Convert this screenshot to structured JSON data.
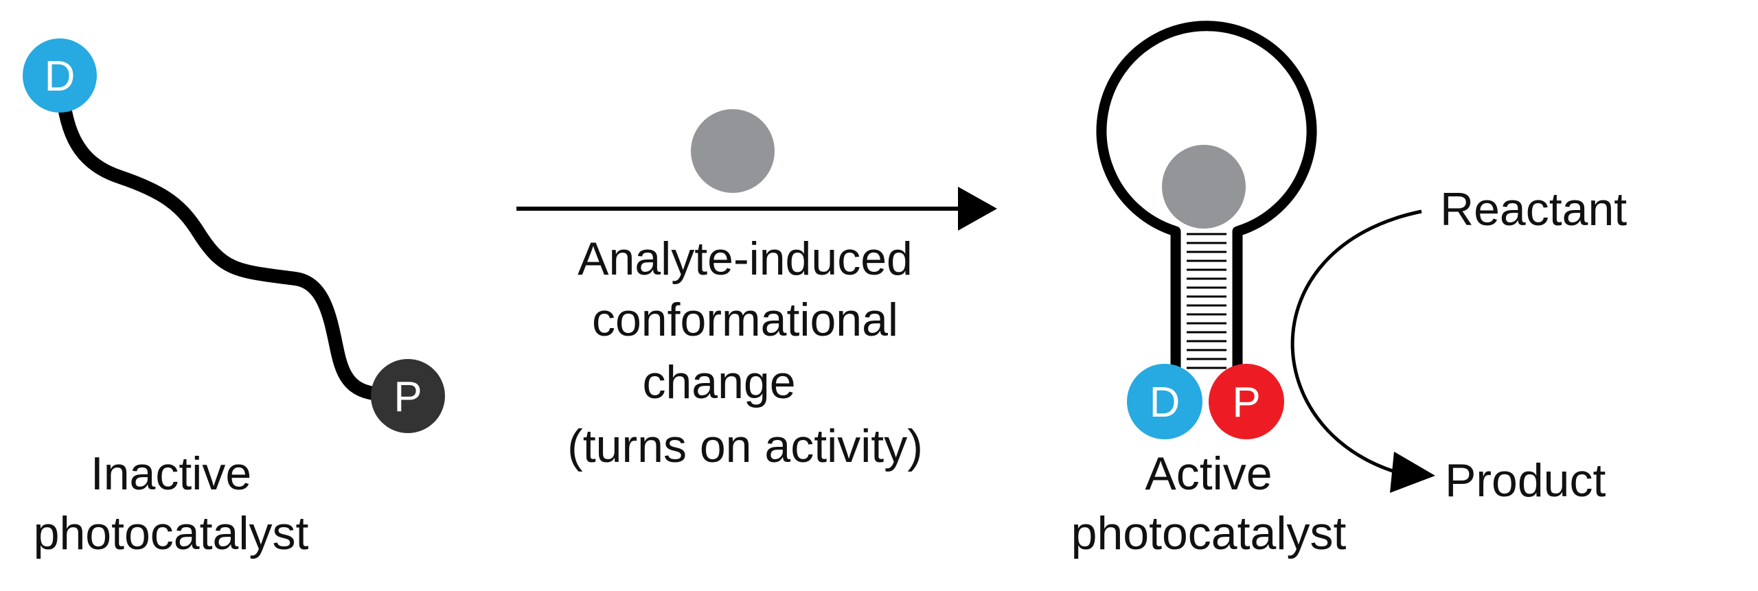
{
  "colors": {
    "donor": "#27a9e1",
    "photocatalyst": "#ed1c24",
    "inactive_photocatalyst": "#333333",
    "analyte": "#939598",
    "strand": "#000000",
    "text": "#111111"
  },
  "inactive": {
    "donor_letter": "D",
    "photocatalyst_letter": "P",
    "label_line1": "Inactive",
    "label_line2": "photocatalyst"
  },
  "transition": {
    "line1": "Analyte-induced",
    "line2": "conformational",
    "line3": "change",
    "line4": "(turns on activity)"
  },
  "active": {
    "donor_letter": "D",
    "photocatalyst_letter": "P",
    "label_line1": "Active",
    "label_line2": "photocatalyst"
  },
  "reaction": {
    "reactant": "Reactant",
    "product": "Product"
  }
}
